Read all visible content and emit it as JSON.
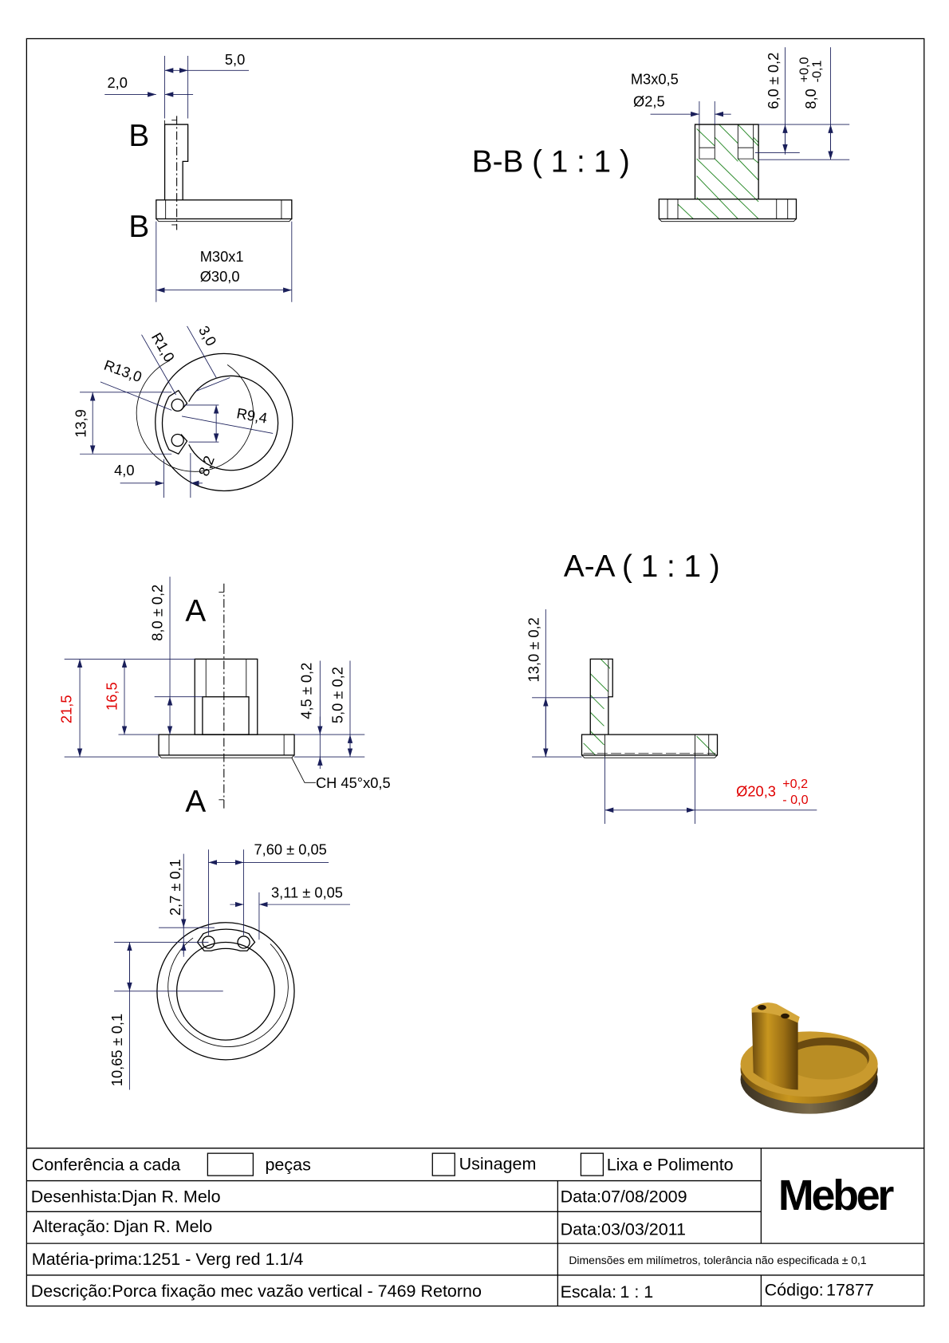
{
  "side_view": {
    "section_label": "B",
    "dim_width": "5,0",
    "dim_offset": "2,0",
    "thread": "M30x1",
    "diameter": "Ø30,0"
  },
  "top_view": {
    "r_small": "R1,0",
    "dim_3": "3,0",
    "r_outer": "R13,0",
    "r_inner": "R9,4",
    "dim_height": "13,9",
    "dim_4": "4,0",
    "dim_8": "8,2"
  },
  "section_bb": {
    "title": "B-B  ( 1 : 1 )",
    "thread": "M3x0,5",
    "drill": "Ø2,5",
    "depth_thread": "6,0 ± 0,2",
    "depth_drill": "8,0",
    "tol_plus": "+0,0",
    "tol_minus": "-0,1"
  },
  "front_view": {
    "section_label": "A",
    "total_height": "21,5",
    "stem_height": "16,5",
    "step_height": "8,0 ± 0,2",
    "flange_a": "4,5 ± 0,2",
    "flange_b": "5,0 ± 0,2",
    "chamfer": "CH 45°x0,5"
  },
  "section_aa": {
    "title": "A-A  ( 1 : 1 )",
    "height": "13,0 ± 0,2",
    "bore": "Ø20,3",
    "tol_plus": "+0,2",
    "tol_minus": "- 0,0"
  },
  "bottom_view": {
    "hole_spacing": "7,60 ± 0,05",
    "hole_edge": "3,11 ± 0,05",
    "hole_offset": "2,7 ± 0,1",
    "center_offset": "10,65 ± 0,1"
  },
  "colors": {
    "hatch": "#2a8a2a",
    "highlight_dim": "#e00000",
    "bronze": "#b8861e"
  },
  "title_block": {
    "check_label": "Conferência a cada",
    "check_unit": "peças",
    "machining": "Usinagem",
    "polishing": "Lixa e Polimento",
    "logo": "Meber",
    "drafter_label": "Desenhista:",
    "drafter": "Djan R. Melo",
    "date1_label": "Data:",
    "date1": "07/08/2009",
    "revision_label": "Alteração:",
    "revision": "Djan R. Melo",
    "date2_label": "Data:",
    "date2": "03/03/2011",
    "material_label": "Matéria-prima:",
    "material": "1251 - Verg red 1.1/4",
    "tolerance_note": "Dimensões em milímetros, tolerância não especificada ± 0,1",
    "description_label": "Descrição:",
    "description": "Porca fixação mec vazão vertical - 7469 Retorno",
    "scale_label": "Escala:",
    "scale": "1 : 1",
    "code_label": "Código:",
    "code": "17877"
  }
}
